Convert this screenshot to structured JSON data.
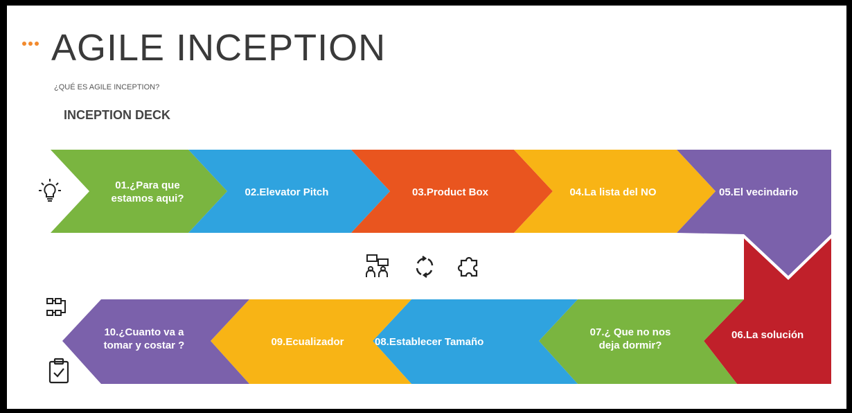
{
  "header": {
    "title": "AGILE INCEPTION",
    "subtitle": "¿QUÉ ES AGILE INCEPTION?",
    "section": "INCEPTION DECK"
  },
  "colors": {
    "green": "#7ab540",
    "blue": "#2fa3df",
    "orange": "#e9551f",
    "yellow": "#f8b415",
    "purple": "#7b61ab",
    "red": "#c0202a",
    "accent_dots": "#f28a2e"
  },
  "steps": [
    {
      "line1": "01.¿Para que",
      "line2": "estamos aqui?"
    },
    {
      "line1": "02.Elevator Pitch"
    },
    {
      "line1": "03.Product Box"
    },
    {
      "line1": "04.La lista del NO"
    },
    {
      "line1": "05.El vecindario"
    },
    {
      "line1": "06.La solución"
    },
    {
      "line1": "07.¿ Que no nos",
      "line2": "deja dormir?"
    },
    {
      "line1": "08.Establecer Tamaño"
    },
    {
      "line1": "09.Ecualizador"
    },
    {
      "line1": "10.¿Cuanto va a",
      "line2": "tomar y costar ?"
    }
  ],
  "icons": {
    "lightbulb": "lightbulb-icon",
    "team": "team-icon",
    "cycle": "cycle-icon",
    "puzzle": "puzzle-icon",
    "flow": "flowchart-icon",
    "checklist": "checklist-icon"
  }
}
